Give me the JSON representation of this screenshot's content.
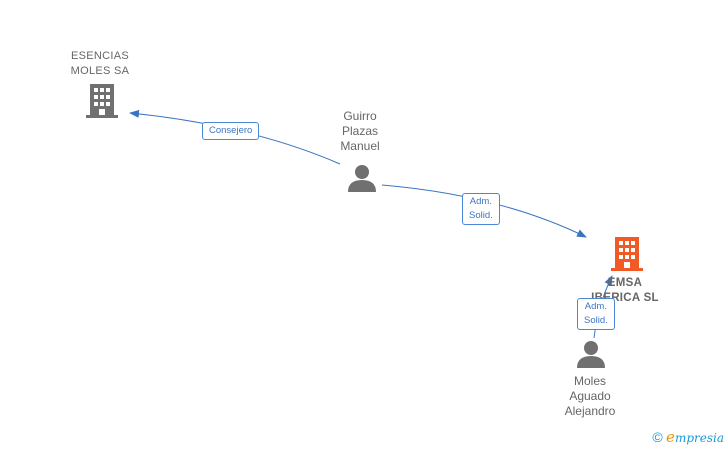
{
  "colors": {
    "link": "#3a75c4",
    "company": "#707070",
    "company_main": "#f15a24",
    "person": "#707070",
    "label_text": "#666666"
  },
  "nodes": {
    "esencias": {
      "name": "ESENCIAS\nMOLES SA",
      "icon": "building-icon"
    },
    "guirro": {
      "name": "Guirro\nPlazas\nManuel",
      "icon": "person-icon"
    },
    "emsa": {
      "name": "EMSA\nIBERICA  SL",
      "icon": "building-icon"
    },
    "moles": {
      "name": "Moles\nAguado\nAlejandro",
      "icon": "person-icon"
    }
  },
  "relations": {
    "consejero": "Consejero",
    "adm_solid_1": "Adm.\nSolid.",
    "adm_solid_2": "Adm.\nSolid."
  },
  "footer": {
    "copyright": "©",
    "brand_e": "e",
    "brand_rest": "mpresia"
  }
}
